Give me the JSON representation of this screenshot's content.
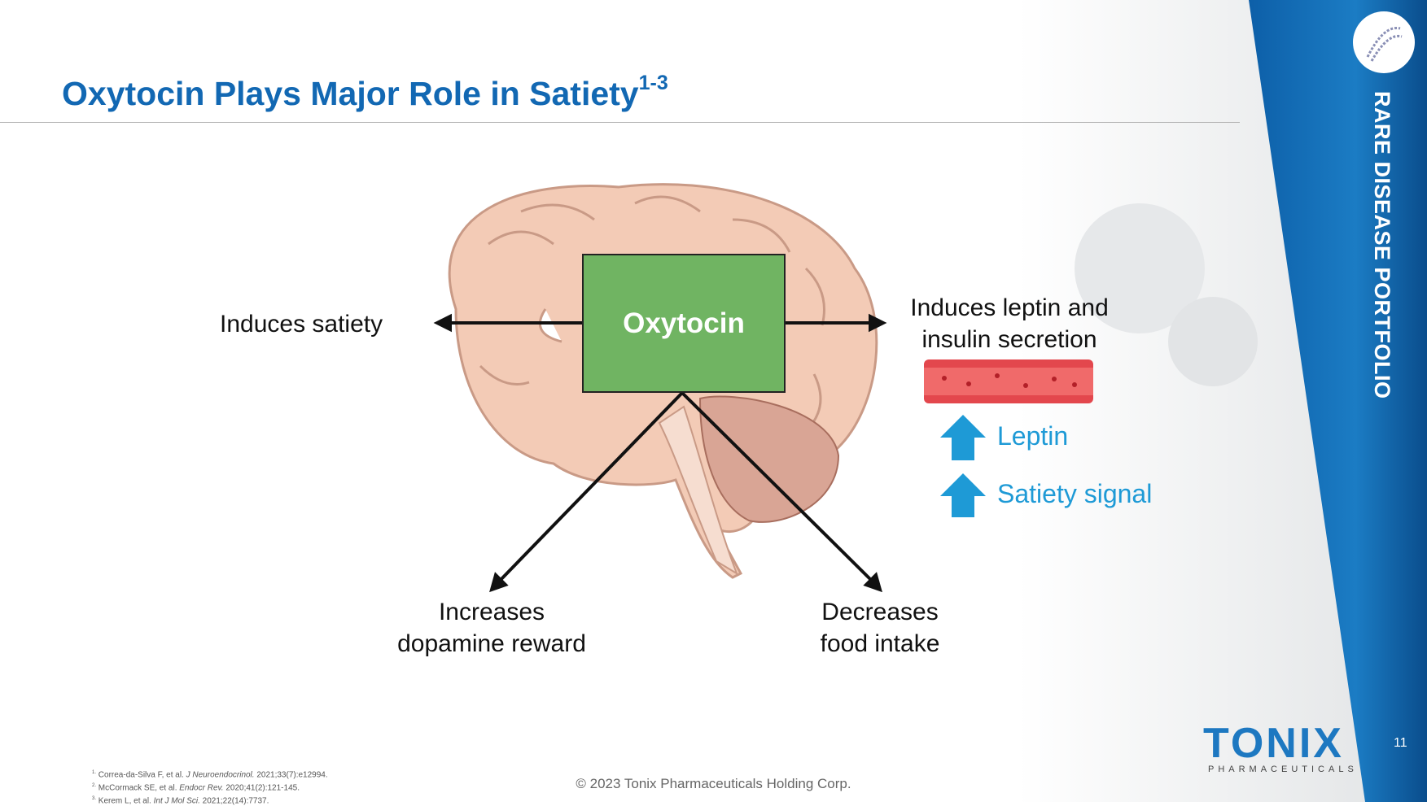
{
  "slide": {
    "title": "Oxytocin Plays Major Role in Satiety",
    "title_sup": "1-3",
    "side_label": "RARE DISEASE PORTFOLIO",
    "page_number": "11",
    "copyright": "© 2023 Tonix Pharmaceuticals Holding Corp."
  },
  "diagram": {
    "center": "Oxytocin",
    "left": "Induces satiety",
    "right_line1": "Induces leptin and",
    "right_line2": "insulin secretion",
    "bottom_left_line1": "Increases",
    "bottom_left_line2": "dopamine reward",
    "bottom_right_line1": "Decreases",
    "bottom_right_line2": "food intake",
    "effects": [
      {
        "icon": "arrow-up-icon",
        "label": "Leptin"
      },
      {
        "icon": "arrow-up-icon",
        "label": "Satiety signal"
      }
    ]
  },
  "references": [
    {
      "num": "1.",
      "authors": "Correa-da-Silva F, et al. ",
      "journal": "J Neuroendocrinol.",
      "cite": " 2021;33(7):e12994."
    },
    {
      "num": "2.",
      "authors": "McCormack SE, et al. ",
      "journal": "Endocr Rev.",
      "cite": " 2020;41(2):121-145."
    },
    {
      "num": "3.",
      "authors": "Kerem L, et al. ",
      "journal": "Int J Mol Sci.",
      "cite": " 2021;22(14):7737."
    }
  ],
  "logo": {
    "name": "TONIX",
    "sub": "PHARMACEUTICALS"
  },
  "colors": {
    "title": "#1268b3",
    "accent": "#1e9ad6",
    "box": "#70b462"
  }
}
